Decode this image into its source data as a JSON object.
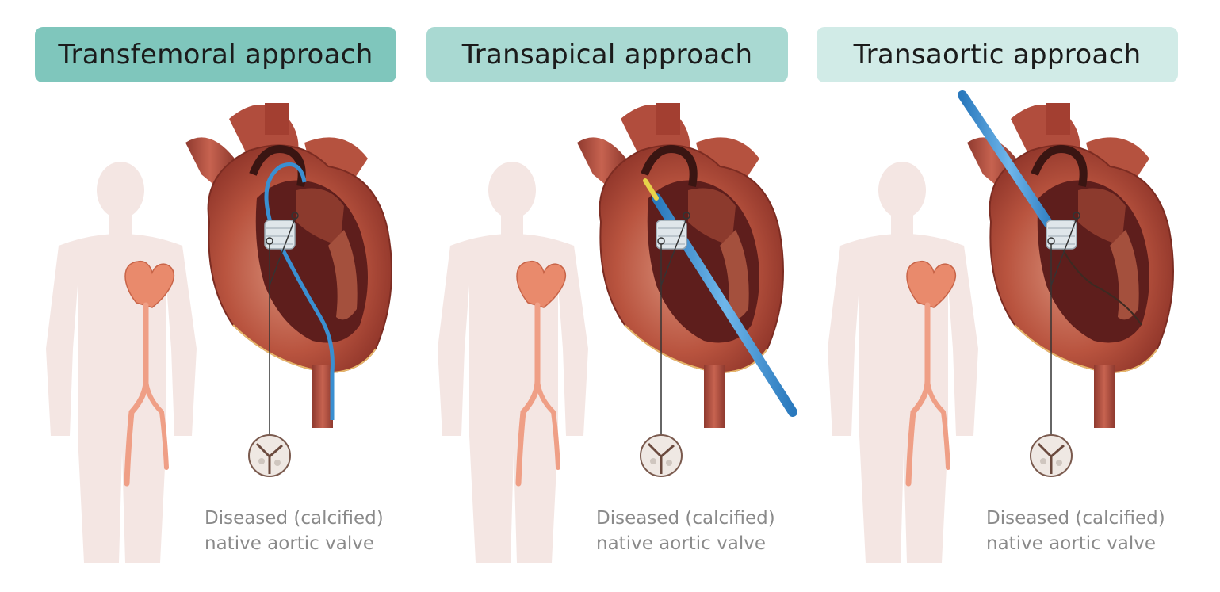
{
  "panels": [
    {
      "title": "Transfemoral approach",
      "caption_line1": "Diseased (calcified)",
      "caption_line2": "native aortic valve"
    },
    {
      "title": "Transapical approach",
      "caption_line1": "Diseased (calcified)",
      "caption_line2": "native aortic valve"
    },
    {
      "title": "Transaortic approach",
      "caption_line1": "Diseased (calcified)",
      "caption_line2": "native aortic valve"
    }
  ],
  "colors": {
    "header_1": "#7fc6bc",
    "header_2": "#a9d9d2",
    "header_3": "#d1ebe7",
    "body_silhouette": "#f4e6e3",
    "heart_outer": "#b04a3c",
    "heart_inner": "#5e1e1c",
    "myocardium": "#d98c74",
    "catheter": "#3a8fd1",
    "caption_text": "#8a8a8a"
  }
}
